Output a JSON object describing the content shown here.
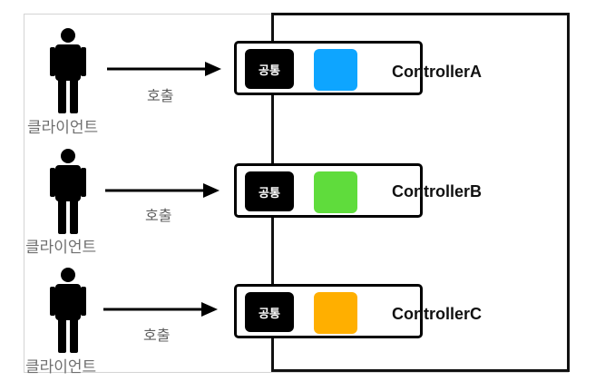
{
  "rows": [
    {
      "client_label": "클라이언트",
      "call_label": "호출",
      "common_label": "공통",
      "controller_name": "ControllerA",
      "color": "#0ea5ff"
    },
    {
      "client_label": "클라이언트",
      "call_label": "호출",
      "common_label": "공통",
      "controller_name": "ControllerB",
      "color": "#5fdc3c"
    },
    {
      "client_label": "클라이언트",
      "call_label": "호출",
      "common_label": "공통",
      "controller_name": "ControllerC",
      "color": "#ffaf00"
    }
  ]
}
